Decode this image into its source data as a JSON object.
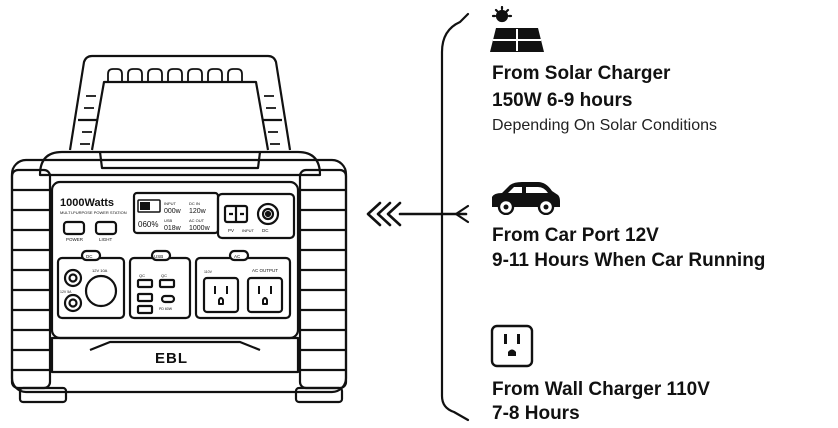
{
  "colors": {
    "ink": "#111111",
    "paper": "#ffffff",
    "panel": "#f2f2f2"
  },
  "station": {
    "brand_model": "1000Watts",
    "brand_sub": "MULTI-PURPOSE POWER STATION",
    "power_label": "POWER",
    "light_label": "LIGHT",
    "logo": "EBL",
    "display": {
      "input_label": "INPUT",
      "input_value": "000w",
      "dc_in_label": "DC IN",
      "dc_in_value": "120w",
      "battery_pct": "060%",
      "usb_label": "USB",
      "usb_value": "018w",
      "ac_label": "AC OUT",
      "ac_value": "1000w"
    },
    "ports": {
      "dc_section": "DC",
      "dc_car": "12V 10A",
      "dc_sub": "12V 5A",
      "usb_section": "USB",
      "usb_qc": "QC",
      "usb_pd": "PD 60W",
      "ac_section": "AC",
      "ac_output": "AC OUTPUT",
      "ac_spec": "110V",
      "pv_label": "PV",
      "input_label": "INPUT",
      "dc_label": "DC"
    }
  },
  "options": [
    {
      "title": "From Solar Charger",
      "detail": "150W 6-9 hours",
      "note": "Depending On Solar Conditions",
      "icon": "solar-panel-icon"
    },
    {
      "title": "From Car Port 12V",
      "detail": "9-11 Hours When Car Running",
      "icon": "car-icon"
    },
    {
      "title": "From Wall Charger 110V",
      "detail": "7-8 Hours",
      "icon": "wall-outlet-icon"
    }
  ]
}
